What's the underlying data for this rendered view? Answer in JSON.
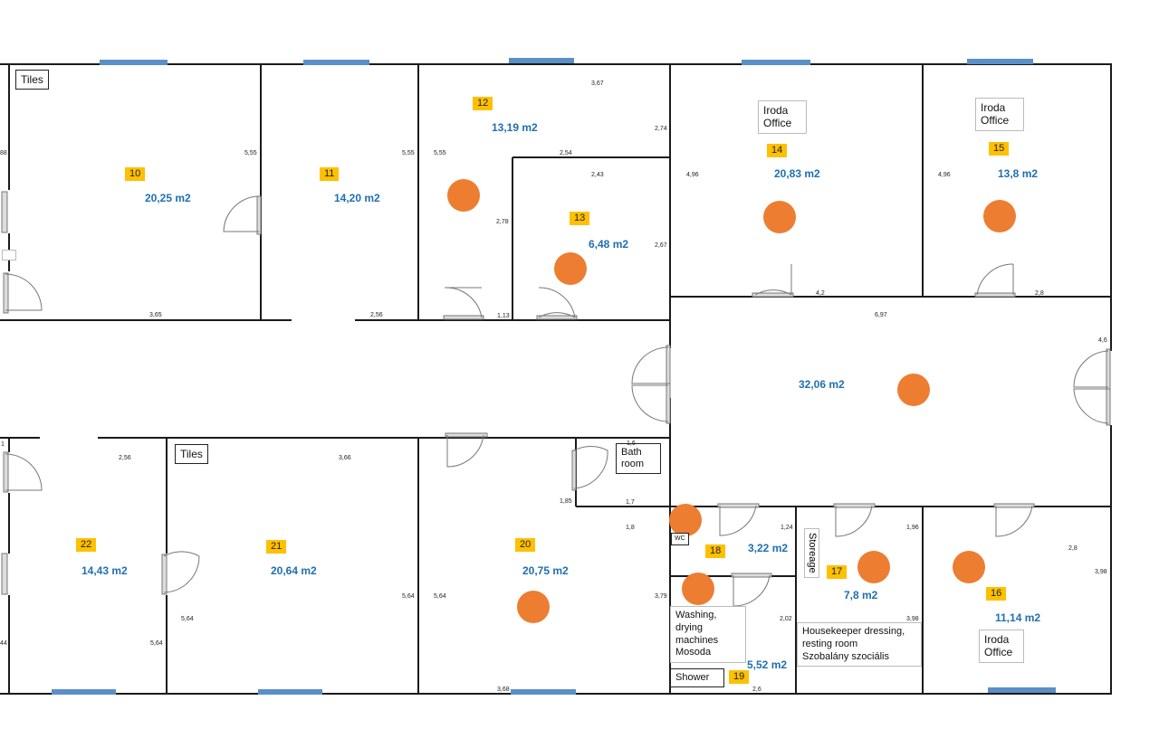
{
  "colors": {
    "wall": "#1a1a1a",
    "window": "#5b8fc7",
    "lamp": "#ed7d31",
    "tag": "#ffc000",
    "area_text": "#1f6fb2"
  },
  "rooms": [
    {
      "number": "10",
      "area": "20,25 m2"
    },
    {
      "number": "11",
      "area": "14,20 m2"
    },
    {
      "number": "12",
      "area": "13,19 m2"
    },
    {
      "number": "13",
      "area": "6,48 m2"
    },
    {
      "number": "14",
      "area": "20,83 m2"
    },
    {
      "number": "15",
      "area": "13,8 m2"
    },
    {
      "number": "16",
      "area": "11,14 m2"
    },
    {
      "number": "17",
      "area": "7,8 m2"
    },
    {
      "number": "18",
      "area": "3,22 m2"
    },
    {
      "number": "19",
      "area": "5,52 m2"
    },
    {
      "number": "20",
      "area": "20,75 m2"
    },
    {
      "number": "21",
      "area": "20,64 m2"
    },
    {
      "number": "22",
      "area": "14,43 m2"
    }
  ],
  "corridor_area": "32,06 m2",
  "labels": {
    "tiles": "Tiles",
    "office_14_line1": "Iroda",
    "office_14_line2": "Office",
    "office_15_line1": "Iroda",
    "office_15_line2": "Office",
    "office_16_line1": "Iroda",
    "office_16_line2": "Office",
    "bathroom_line1": "Bath",
    "bathroom_line2": "room",
    "wc": "WC",
    "storage": "Storeage",
    "washing_line1": "Washing,",
    "washing_line2": "drying",
    "washing_line3": "machines",
    "washing_line4": "Mosoda",
    "shower": "Shower",
    "housekeeper_line1": "Housekeeper dressing,",
    "housekeeper_line2": "resting room",
    "housekeeper_line3": "Szobalány szociális"
  },
  "dimensions": {
    "d_88": "88",
    "d_555a": "5,55",
    "d_555b": "5,55",
    "d_555c": "5,55",
    "d_365": "3,65",
    "d_256a": "2,56",
    "d_367": "3,67",
    "d_274": "2,74",
    "d_254": "2,54",
    "d_243": "2,43",
    "d_278": "2,78",
    "d_267": "2,67",
    "d_113": "1,13",
    "d_496a": "4,96",
    "d_496b": "4,96",
    "d_42": "4,2",
    "d_28a": "2,8",
    "d_697": "6,97",
    "d_46": "4,6",
    "d_1": "1",
    "d_256b": "2,56",
    "d_366": "3,66",
    "d_16": "1,6",
    "d_185": "1,85",
    "d_17": "1,7",
    "d_18": "1,8",
    "d_124": "1,24",
    "d_196": "1,96",
    "d_28b": "2,8",
    "d_398a": "3,98",
    "d_564a": "5,64",
    "d_564b": "5,64",
    "d_564c": "5,64",
    "d_564d": "5,64",
    "d_44": "44",
    "d_379": "3,79",
    "d_202": "2,02",
    "d_398b": "3,98",
    "d_368": "3,68",
    "d_26": "2,6"
  }
}
